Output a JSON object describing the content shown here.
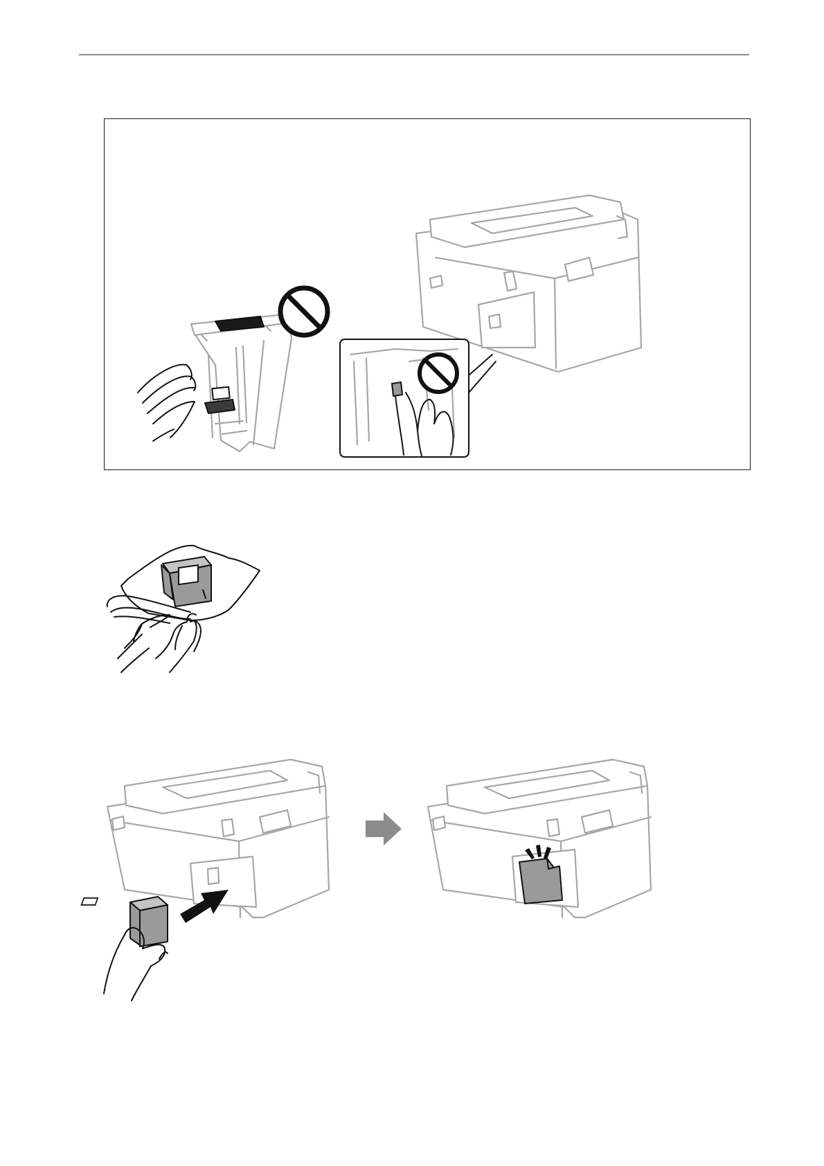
{
  "document": {
    "header_rule": true,
    "figures": [
      {
        "id": "do-not-touch-warning",
        "icons": [
          "prohibition-icon",
          "prohibition-icon"
        ]
      },
      {
        "id": "remove-from-bag"
      },
      {
        "id": "insert-maintenance-box",
        "icons": [
          "arrow-right-icon",
          "click-sound-icon"
        ]
      }
    ]
  },
  "colors": {
    "outline_gray": "#a6a6a6",
    "line_black": "#111111",
    "part_gray": "#9a9a9a",
    "arrow_gray": "#8c8c8c"
  }
}
